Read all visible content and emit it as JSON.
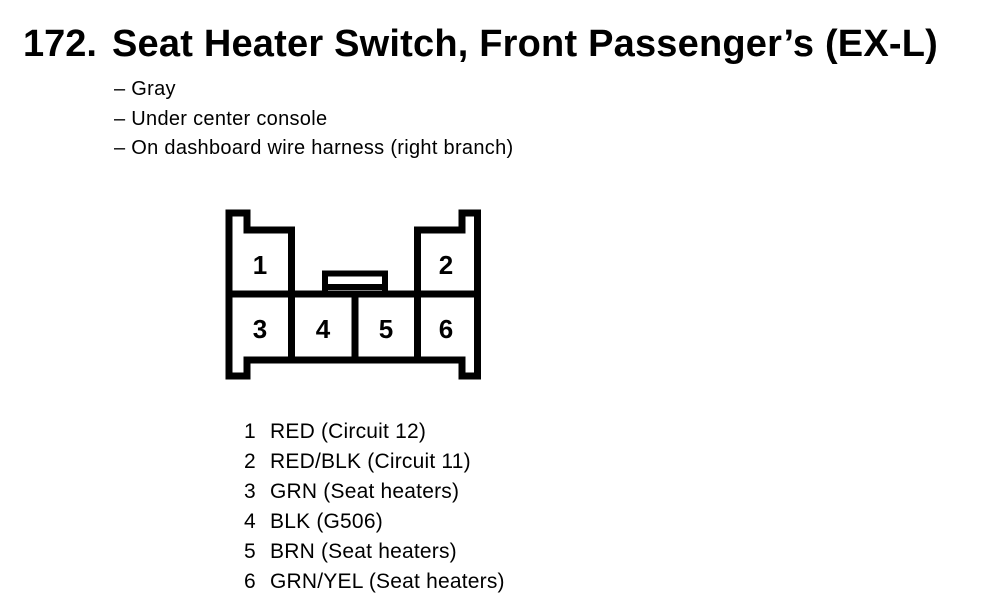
{
  "colors": {
    "ink": "#000000",
    "background": "#ffffff"
  },
  "header": {
    "section_number": "172.",
    "title": "Seat Heater Switch, Front Passenger’s (EX-L)",
    "details": [
      "– Gray",
      "– Under center console",
      "– On dashboard wire harness (right branch)"
    ]
  },
  "connector": {
    "description": "6-pin connector, front view: pins 1 and 2 in top row, pins 3-6 in bottom row, latch tab in top center",
    "pins": [
      "1",
      "2",
      "3",
      "4",
      "5",
      "6"
    ]
  },
  "legend": {
    "items": [
      {
        "pin": "1",
        "desc": "RED (Circuit 12)"
      },
      {
        "pin": "2",
        "desc": "RED/BLK (Circuit 11)"
      },
      {
        "pin": "3",
        "desc": "GRN (Seat heaters)"
      },
      {
        "pin": "4",
        "desc": "BLK (G506)"
      },
      {
        "pin": "5",
        "desc": "BRN (Seat heaters)"
      },
      {
        "pin": "6",
        "desc": "GRN/YEL (Seat heaters)"
      }
    ]
  }
}
